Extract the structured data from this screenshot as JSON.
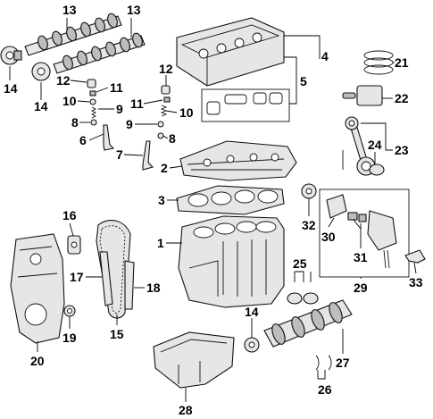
{
  "callouts": {
    "n1": "1",
    "n2": "2",
    "n3": "3",
    "n4": "4",
    "n5": "5",
    "n6": "6",
    "n7": "7",
    "n8a": "8",
    "n8b": "8",
    "n9a": "9",
    "n9b": "9",
    "n10a": "10",
    "n10b": "10",
    "n11a": "11",
    "n11b": "11",
    "n12a": "12",
    "n12b": "12",
    "n13a": "13",
    "n13b": "13",
    "n14a": "14",
    "n14b": "14",
    "n14c": "14",
    "n15": "15",
    "n16": "16",
    "n17": "17",
    "n18": "18",
    "n19": "19",
    "n20": "20",
    "n21": "21",
    "n22": "22",
    "n23": "23",
    "n24": "24",
    "n25": "25",
    "n26": "26",
    "n27": "27",
    "n28": "28",
    "n29": "29",
    "n30": "30",
    "n31": "31",
    "n32": "32",
    "n33": "33"
  }
}
